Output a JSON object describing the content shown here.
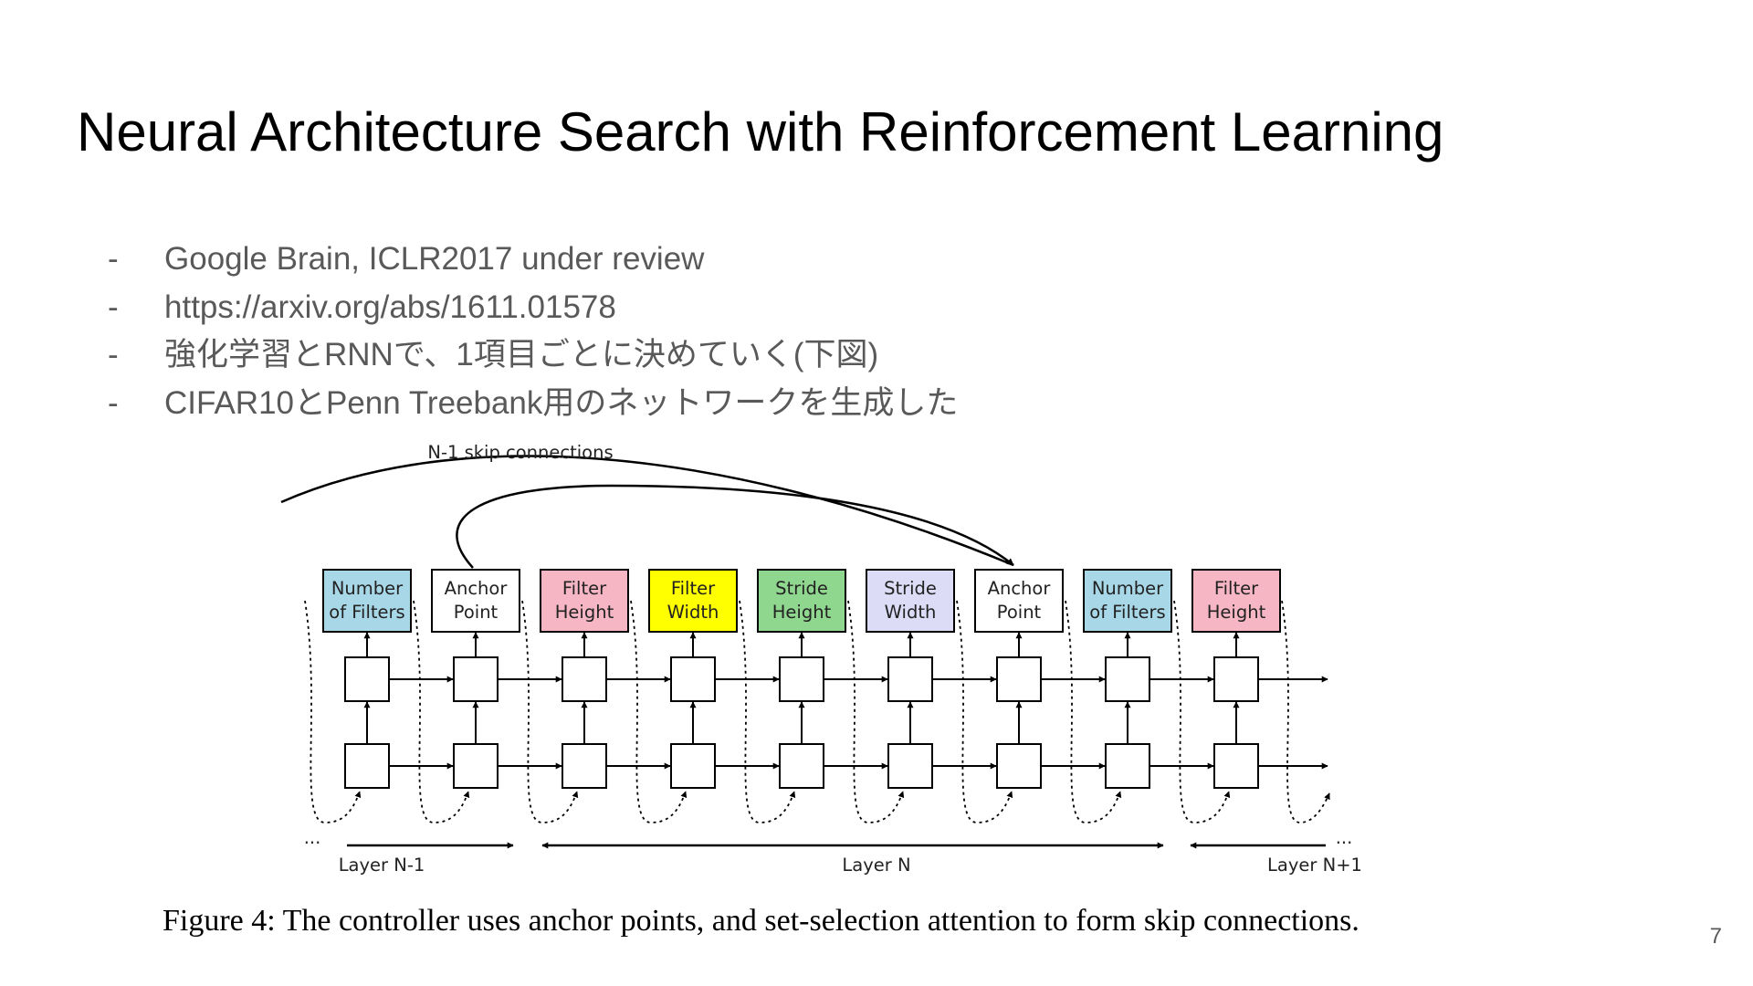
{
  "slide": {
    "title": "Neural Architecture Search with Reinforcement Learning",
    "bullet_marker": "-",
    "bullets": [
      "Google Brain, ICLR2017 under review",
      "https://arxiv.org/abs/1611.01578",
      "強化学習とRNNで、1項目ごとに決めていく(下図)",
      "CIFAR10とPenn Treebank用のネットワークを生成した"
    ],
    "page_number": "7"
  },
  "figure": {
    "skip_label": "N-1 skip connections",
    "boxes": [
      {
        "line1": "Number",
        "line2": "of Filters",
        "color": "#a8d8e8"
      },
      {
        "line1": "Anchor",
        "line2": "Point",
        "color": "#ffffff"
      },
      {
        "line1": "Filter",
        "line2": "Height",
        "color": "#f6b6c4"
      },
      {
        "line1": "Filter",
        "line2": "Width",
        "color": "#ffff00"
      },
      {
        "line1": "Stride",
        "line2": "Height",
        "color": "#8fd68f"
      },
      {
        "line1": "Stride",
        "line2": "Width",
        "color": "#dcdcf6"
      },
      {
        "line1": "Anchor",
        "line2": "Point",
        "color": "#ffffff"
      },
      {
        "line1": "Number",
        "line2": "of Filters",
        "color": "#a8d8e8"
      },
      {
        "line1": "Filter",
        "line2": "Height",
        "color": "#f6b6c4"
      }
    ],
    "layers": {
      "prev": "Layer N-1",
      "current": "Layer N",
      "next": "Layer N+1"
    },
    "ellipsis": "...",
    "caption": "Figure 4: The controller uses anchor points, and set-selection attention to form skip connections."
  }
}
